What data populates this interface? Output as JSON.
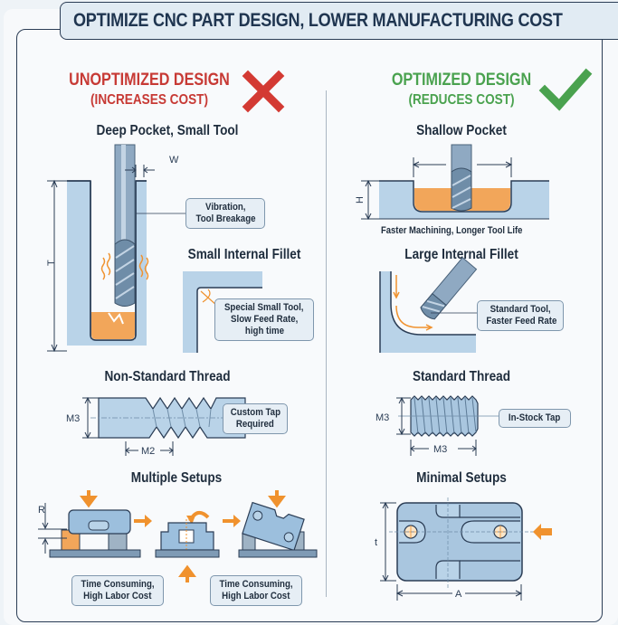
{
  "title": "OPTIMIZE CNC PART DESIGN, LOWER MANUFACTURING COST",
  "colors": {
    "bad": "#c73a35",
    "good": "#4aa24f",
    "part_blue": "#b9d3e8",
    "chip_orange": "#f2a65a",
    "arrow_orange": "#f0922e",
    "outline": "#2b3d55"
  },
  "left": {
    "heading": "UNOPTIMIZED DESIGN",
    "subheading": "(INCREASES COST)",
    "status_icon": "cross-icon",
    "sections": {
      "pocket": {
        "title": "Deep Pocket, Small Tool",
        "dim_width": "W",
        "dim_depth": "T",
        "note": [
          "Vibration,",
          "Tool Breakage"
        ]
      },
      "fillet": {
        "title": "Small Internal Fillet",
        "note": [
          "Special Small Tool,",
          "Slow Feed Rate,",
          "high time"
        ]
      },
      "thread": {
        "title": "Non-Standard Thread",
        "dim_diameter": "M3",
        "dim_length": "M2",
        "note": [
          "Custom Tap",
          "Required"
        ]
      },
      "setups": {
        "title": "Multiple Setups",
        "dim_label": "R",
        "notes": [
          [
            "Time Consuming,",
            "High Labor Cost"
          ],
          [
            "Time Consuming,",
            "High Labor Cost"
          ]
        ]
      }
    }
  },
  "right": {
    "heading": "OPTIMIZED DESIGN",
    "subheading": "(REDUCES COST)",
    "status_icon": "check-icon",
    "sections": {
      "pocket": {
        "title": "Shallow Pocket",
        "dim_depth": "H",
        "caption": "Faster Machining, Longer Tool Life"
      },
      "fillet": {
        "title": "Large Internal Fillet",
        "note": [
          "Standard Tool,",
          "Faster Feed Rate"
        ]
      },
      "thread": {
        "title": "Standard Thread",
        "dim_diameter": "M3",
        "dim_length": "M3",
        "note": [
          "In-Stock Tap"
        ]
      },
      "setups": {
        "title": "Minimal Setups",
        "dim_height": "t",
        "dim_width": "A"
      }
    }
  }
}
